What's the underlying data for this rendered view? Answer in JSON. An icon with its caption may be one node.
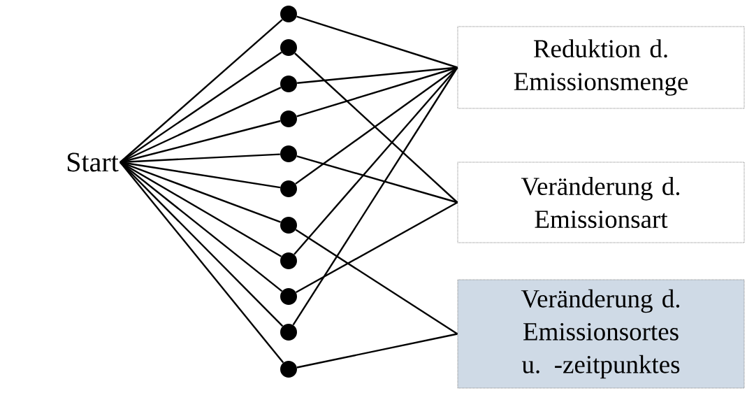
{
  "diagram": {
    "nodes": [
      {
        "text": [
          "Start"
        ]
      },
      {
        "text": [],
        "shape": "circle"
      },
      {
        "text": [],
        "shape": "circle"
      },
      {
        "text": [],
        "shape": "circle"
      },
      {
        "text": [],
        "shape": "circle"
      },
      {
        "text": [],
        "shape": "circle"
      },
      {
        "text": [],
        "shape": "circle"
      },
      {
        "text": [],
        "shape": "circle"
      },
      {
        "text": [],
        "shape": "circle"
      },
      {
        "text": [],
        "shape": "circle"
      },
      {
        "text": [],
        "shape": "circle"
      },
      {
        "text": [],
        "shape": "circle"
      },
      {
        "text": [
          "Reduktion d. Emissionsmenge"
        ]
      },
      {
        "text": [
          "Veränderung d. Emissionsart"
        ]
      },
      {
        "text": [
          "Veränderung d. Emissionsortes u. -zeitpunktes"
        ]
      }
    ],
    "edges": [
      {
        "from": 0,
        "to": 1,
        "arrow": "none"
      },
      {
        "from": 0,
        "to": 2,
        "arrow": "none"
      },
      {
        "from": 0,
        "to": 3,
        "arrow": "none"
      },
      {
        "from": 0,
        "to": 4,
        "arrow": "none"
      },
      {
        "from": 0,
        "to": 5,
        "arrow": "none"
      },
      {
        "from": 0,
        "to": 6,
        "arrow": "none"
      },
      {
        "from": 0,
        "to": 7,
        "arrow": "none"
      },
      {
        "from": 0,
        "to": 8,
        "arrow": "none"
      },
      {
        "from": 0,
        "to": 9,
        "arrow": "none"
      },
      {
        "from": 0,
        "to": 10,
        "arrow": "none"
      },
      {
        "from": 0,
        "to": 11,
        "arrow": "none"
      },
      {
        "from": 1,
        "to": 12,
        "arrow": "none"
      },
      {
        "from": 2,
        "to": 13,
        "arrow": "none"
      },
      {
        "from": 3,
        "to": 12,
        "arrow": "none"
      },
      {
        "from": 4,
        "to": 12,
        "arrow": "none"
      },
      {
        "from": 5,
        "to": 13,
        "arrow": "none"
      },
      {
        "from": 6,
        "to": 12,
        "arrow": "none"
      },
      {
        "from": 7,
        "to": 14,
        "arrow": "none"
      },
      {
        "from": 8,
        "to": 12,
        "arrow": "none"
      },
      {
        "from": 9,
        "to": 13,
        "arrow": "none"
      },
      {
        "from": 10,
        "to": 12,
        "arrow": "none"
      },
      {
        "from": 11,
        "to": 14,
        "arrow": "none"
      }
    ]
  }
}
